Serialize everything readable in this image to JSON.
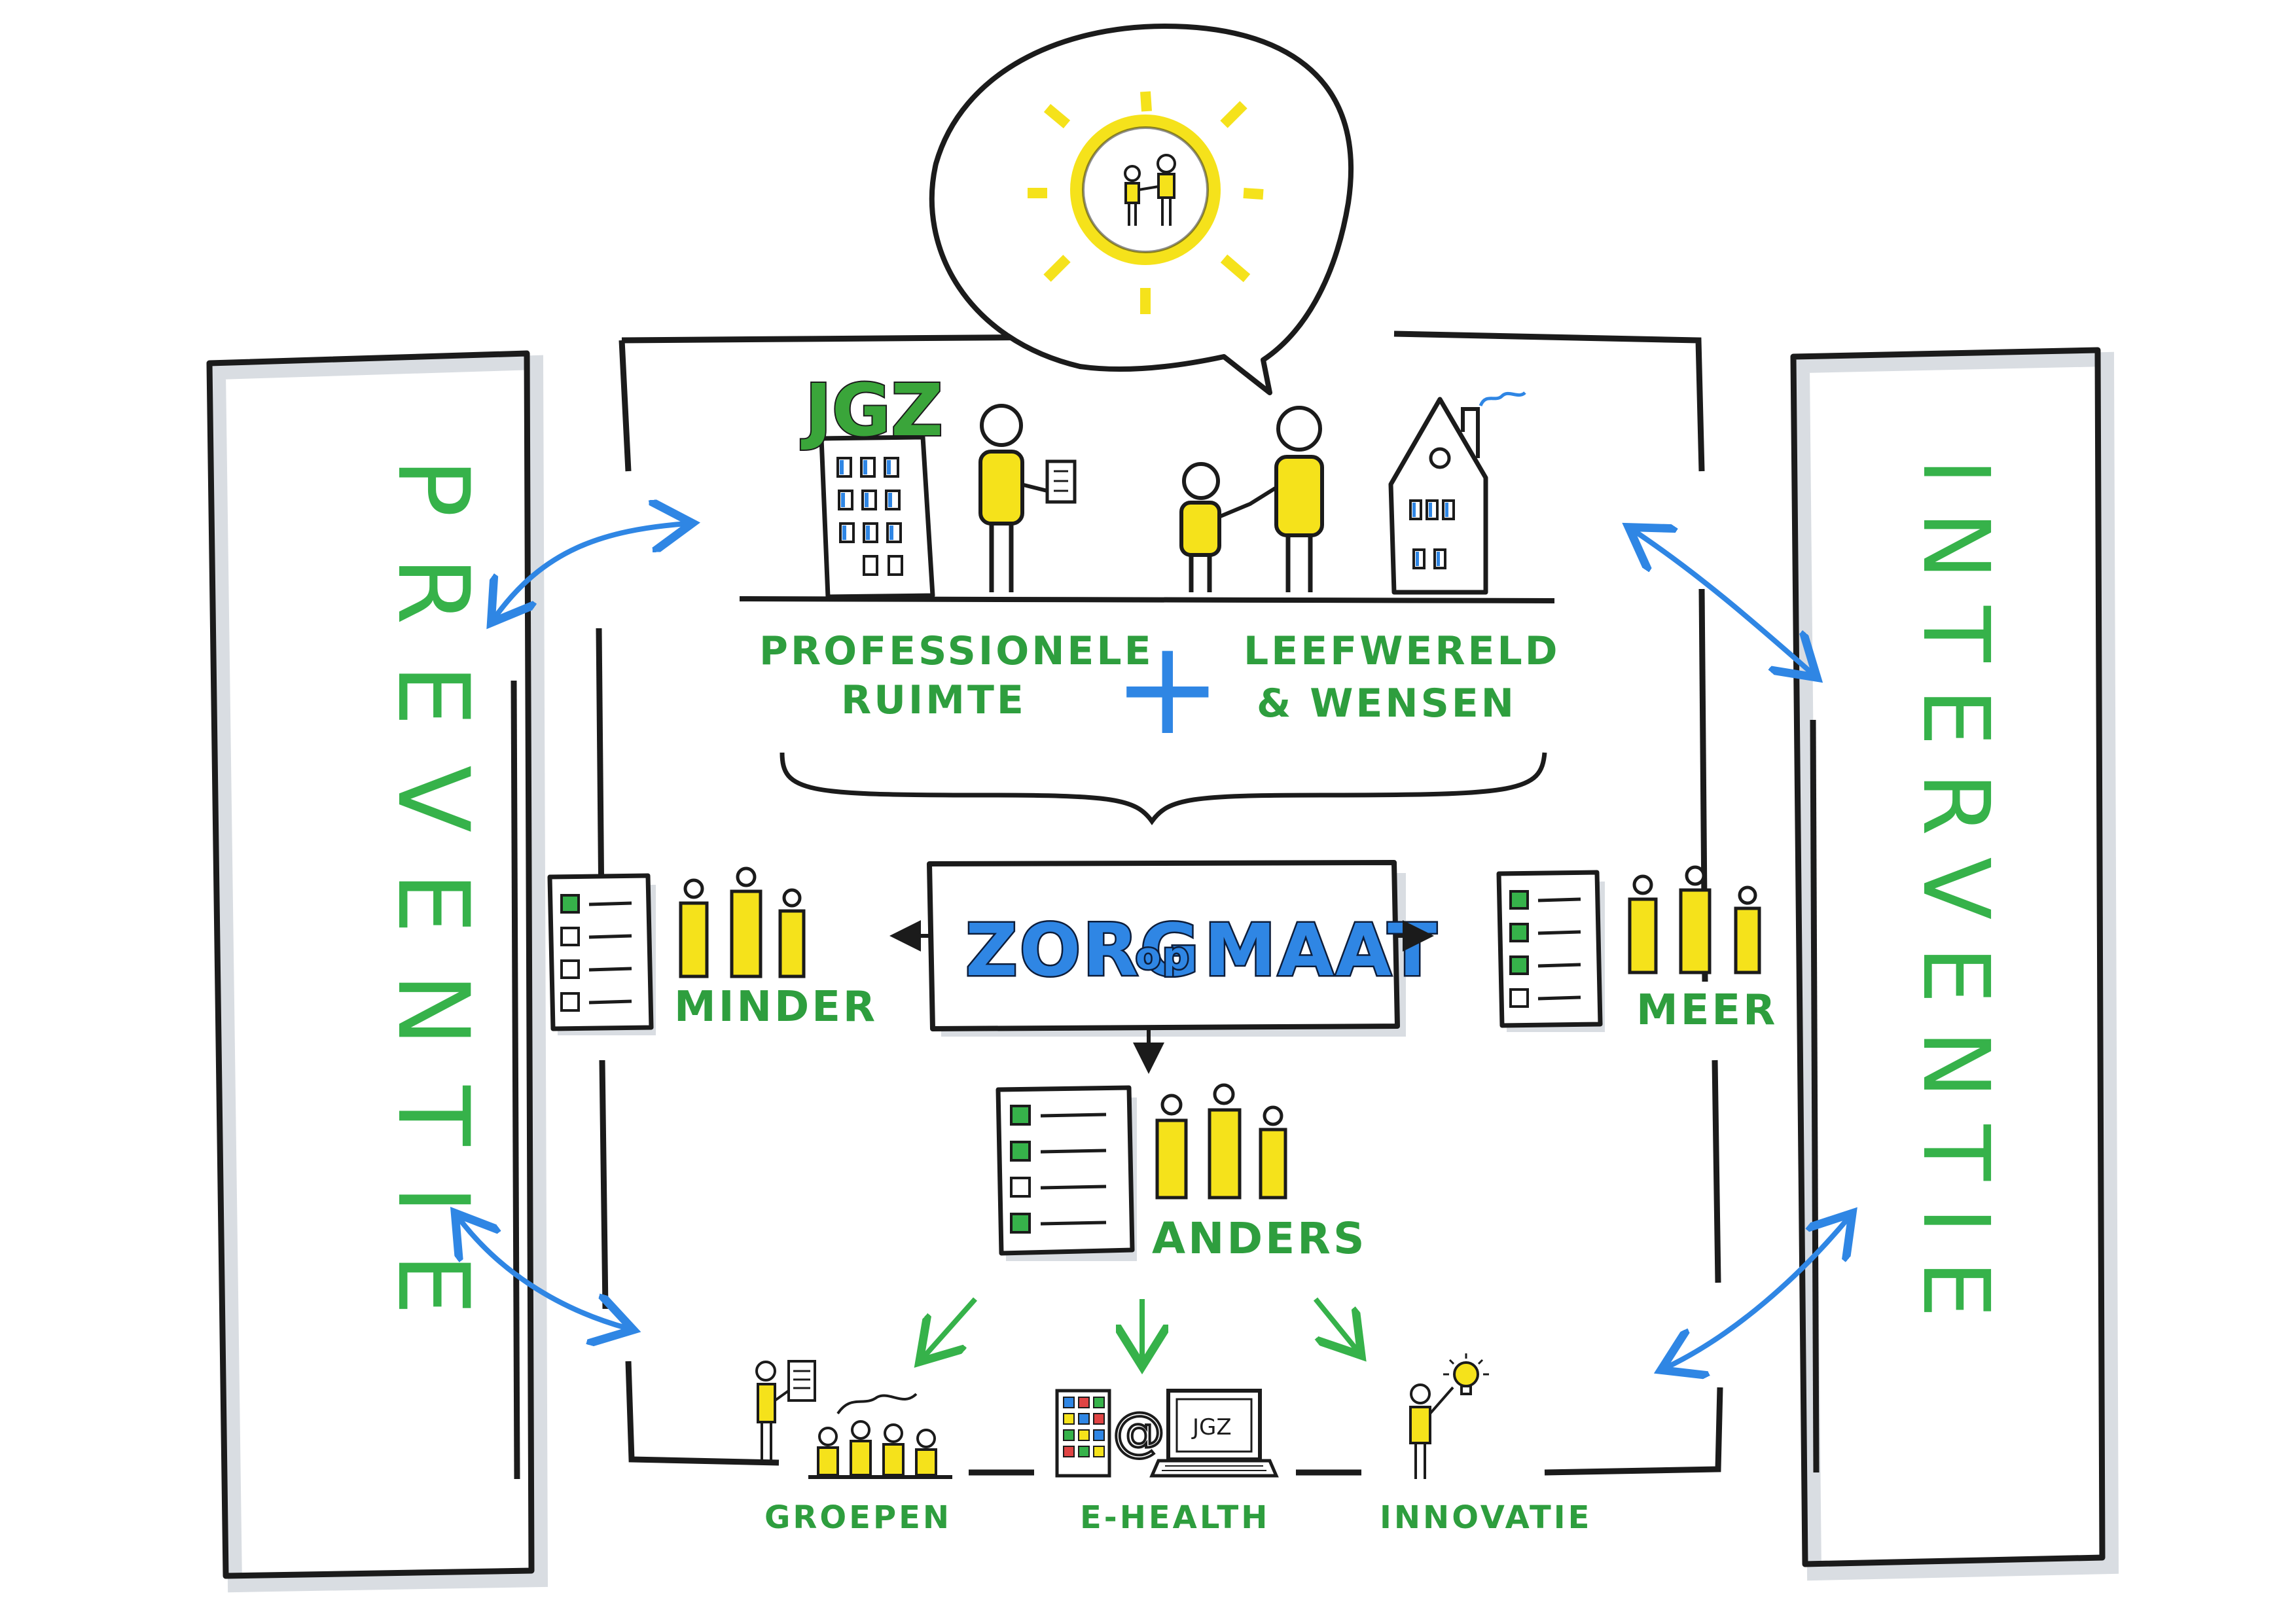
{
  "left_column": {
    "label": "PREVENTIE"
  },
  "right_column": {
    "label": "INTERVENTIE"
  },
  "building": {
    "sign": "JGZ"
  },
  "labels": {
    "professionele_1": "PROFESSIONELE",
    "professionele_2": "RUIMTE",
    "plus": "+",
    "leefwereld_1": "LEEFWERELD",
    "leefwereld_2": "& WENSEN"
  },
  "center": {
    "zorg": "ZORG",
    "op": "op",
    "maat": "MAAT"
  },
  "checklists": {
    "minder": "MINDER",
    "meer": "MEER",
    "anders": "ANDERS"
  },
  "bottom": {
    "groepen": "GROEPEN",
    "ehealth": "E-HEALTH",
    "innovatie": "INNOVATIE",
    "email_symbol": "@",
    "laptop_screen": "JGZ"
  },
  "colors": {
    "green": "#36b24a",
    "blue": "#2f86e4",
    "yellow": "#f5e21b",
    "ink": "#1b1b1b"
  }
}
